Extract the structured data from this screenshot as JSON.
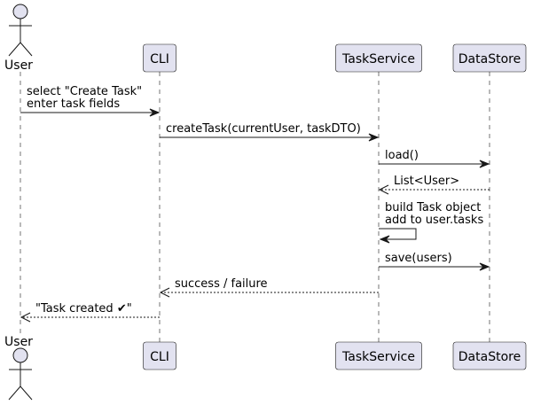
{
  "colors": {
    "participant_fill": "#E2E2F0",
    "line": "#181818",
    "background": "#FFFFFF"
  },
  "participants": [
    {
      "id": "user",
      "label": "User",
      "kind": "actor"
    },
    {
      "id": "cli",
      "label": "CLI",
      "kind": "participant"
    },
    {
      "id": "taskservice",
      "label": "TaskService",
      "kind": "participant"
    },
    {
      "id": "datastore",
      "label": "DataStore",
      "kind": "participant"
    }
  ],
  "messages": [
    {
      "from": "user",
      "to": "cli",
      "style": "solid",
      "lines": [
        "select \"Create Task\"",
        "enter task fields"
      ]
    },
    {
      "from": "cli",
      "to": "taskservice",
      "style": "solid",
      "lines": [
        "createTask(currentUser, taskDTO)"
      ]
    },
    {
      "from": "taskservice",
      "to": "datastore",
      "style": "solid",
      "lines": [
        "load()"
      ]
    },
    {
      "from": "datastore",
      "to": "taskservice",
      "style": "dashed",
      "lines": [
        "List<User>"
      ]
    },
    {
      "from": "taskservice",
      "to": "taskservice",
      "style": "self",
      "lines": [
        "build Task object",
        "add to user.tasks"
      ]
    },
    {
      "from": "taskservice",
      "to": "datastore",
      "style": "solid",
      "lines": [
        "save(users)"
      ]
    },
    {
      "from": "taskservice",
      "to": "cli",
      "style": "dashed",
      "lines": [
        "success / failure"
      ]
    },
    {
      "from": "cli",
      "to": "user",
      "style": "dashed",
      "lines": [
        "\"Task created ✔\""
      ]
    }
  ]
}
